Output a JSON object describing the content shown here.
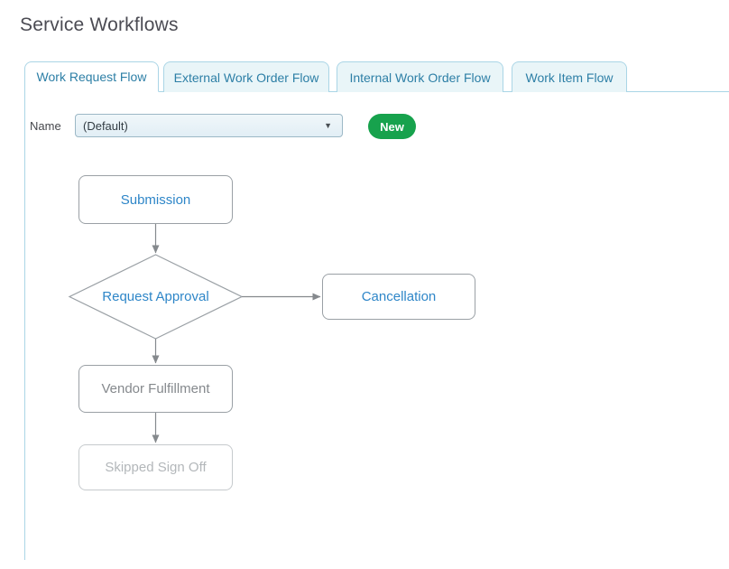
{
  "page": {
    "title": "Service Workflows"
  },
  "tabs": [
    {
      "label": "Work Request Flow",
      "active": true
    },
    {
      "label": "External Work Order Flow",
      "active": false
    },
    {
      "label": "Internal Work Order Flow",
      "active": false
    },
    {
      "label": "Work Item Flow",
      "active": false
    }
  ],
  "toolbar": {
    "name_label": "Name",
    "name_value": "(Default)",
    "dropdown_arrow_icon": "▼",
    "new_button_label": "New"
  },
  "flowchart": {
    "nodes": [
      {
        "id": "submission",
        "label": "Submission",
        "shape": "rectangle",
        "text_color": "#2e86c8"
      },
      {
        "id": "request-approval",
        "label": "Request Approval",
        "shape": "diamond",
        "text_color": "#2e86c8"
      },
      {
        "id": "cancellation",
        "label": "Cancellation",
        "shape": "rectangle",
        "text_color": "#2e86c8"
      },
      {
        "id": "vendor-fulfillment",
        "label": "Vendor Fulfillment",
        "shape": "rectangle",
        "text_color": "#85898d"
      },
      {
        "id": "skipped-sign-off",
        "label": "Skipped Sign Off",
        "shape": "rectangle",
        "text_color": "#b3b7ba"
      }
    ],
    "edges": [
      {
        "from": "submission",
        "to": "request-approval"
      },
      {
        "from": "request-approval",
        "to": "cancellation"
      },
      {
        "from": "request-approval",
        "to": "vendor-fulfillment"
      },
      {
        "from": "vendor-fulfillment",
        "to": "skipped-sign-off"
      }
    ]
  },
  "colors": {
    "title_text": "#4b4b53",
    "tab_text": "#2d7fa6",
    "tab_border": "#aad5e6",
    "tab_inactive_bg": "#e9f5f8",
    "accent_green": "#17a24d",
    "node_border_gray": "#9aa0a5",
    "arrow_gray": "#85898d"
  }
}
